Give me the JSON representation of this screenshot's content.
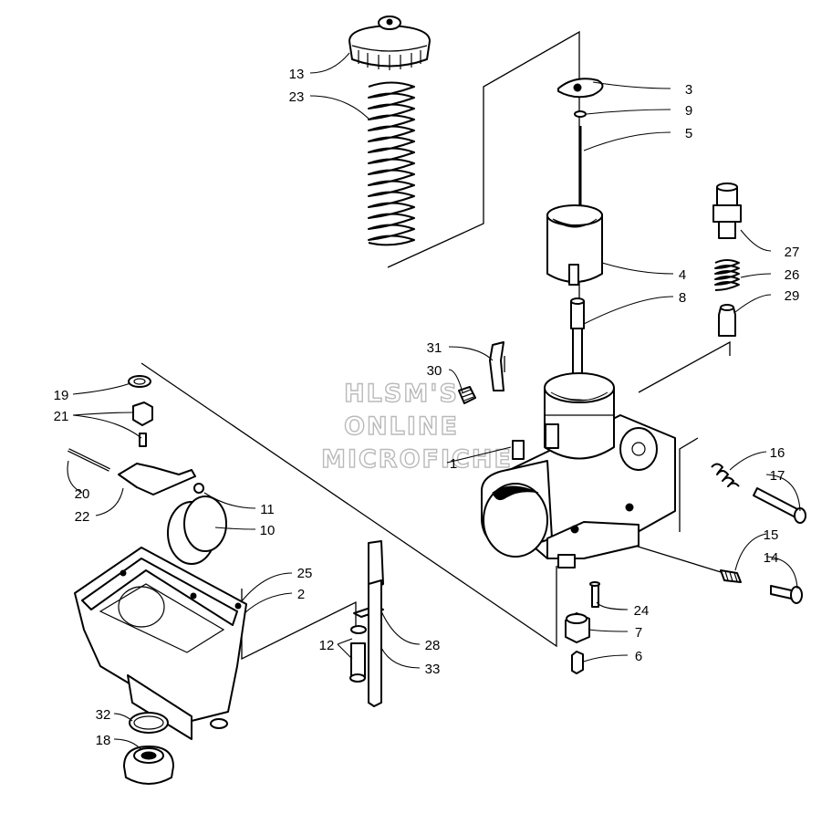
{
  "watermark": {
    "lines": [
      "HLSM'S",
      "ONLINE",
      "MICROFICHE"
    ]
  },
  "callouts": [
    {
      "id": "1",
      "label": "1"
    },
    {
      "id": "2",
      "label": "2"
    },
    {
      "id": "3",
      "label": "3"
    },
    {
      "id": "4",
      "label": "4"
    },
    {
      "id": "5",
      "label": "5"
    },
    {
      "id": "6",
      "label": "6"
    },
    {
      "id": "7",
      "label": "7"
    },
    {
      "id": "8",
      "label": "8"
    },
    {
      "id": "9",
      "label": "9"
    },
    {
      "id": "10",
      "label": "10"
    },
    {
      "id": "11",
      "label": "11"
    },
    {
      "id": "12",
      "label": "12"
    },
    {
      "id": "13",
      "label": "13"
    },
    {
      "id": "14",
      "label": "14"
    },
    {
      "id": "15",
      "label": "15"
    },
    {
      "id": "16",
      "label": "16"
    },
    {
      "id": "17",
      "label": "17"
    },
    {
      "id": "18",
      "label": "18"
    },
    {
      "id": "19",
      "label": "19"
    },
    {
      "id": "20",
      "label": "20"
    },
    {
      "id": "21",
      "label": "21"
    },
    {
      "id": "22",
      "label": "22"
    },
    {
      "id": "23",
      "label": "23"
    },
    {
      "id": "24",
      "label": "24"
    },
    {
      "id": "25",
      "label": "25"
    },
    {
      "id": "26",
      "label": "26"
    },
    {
      "id": "27",
      "label": "27"
    },
    {
      "id": "28",
      "label": "28"
    },
    {
      "id": "29",
      "label": "29"
    },
    {
      "id": "30",
      "label": "30"
    },
    {
      "id": "31",
      "label": "31"
    },
    {
      "id": "32",
      "label": "32"
    },
    {
      "id": "33",
      "label": "33"
    }
  ]
}
